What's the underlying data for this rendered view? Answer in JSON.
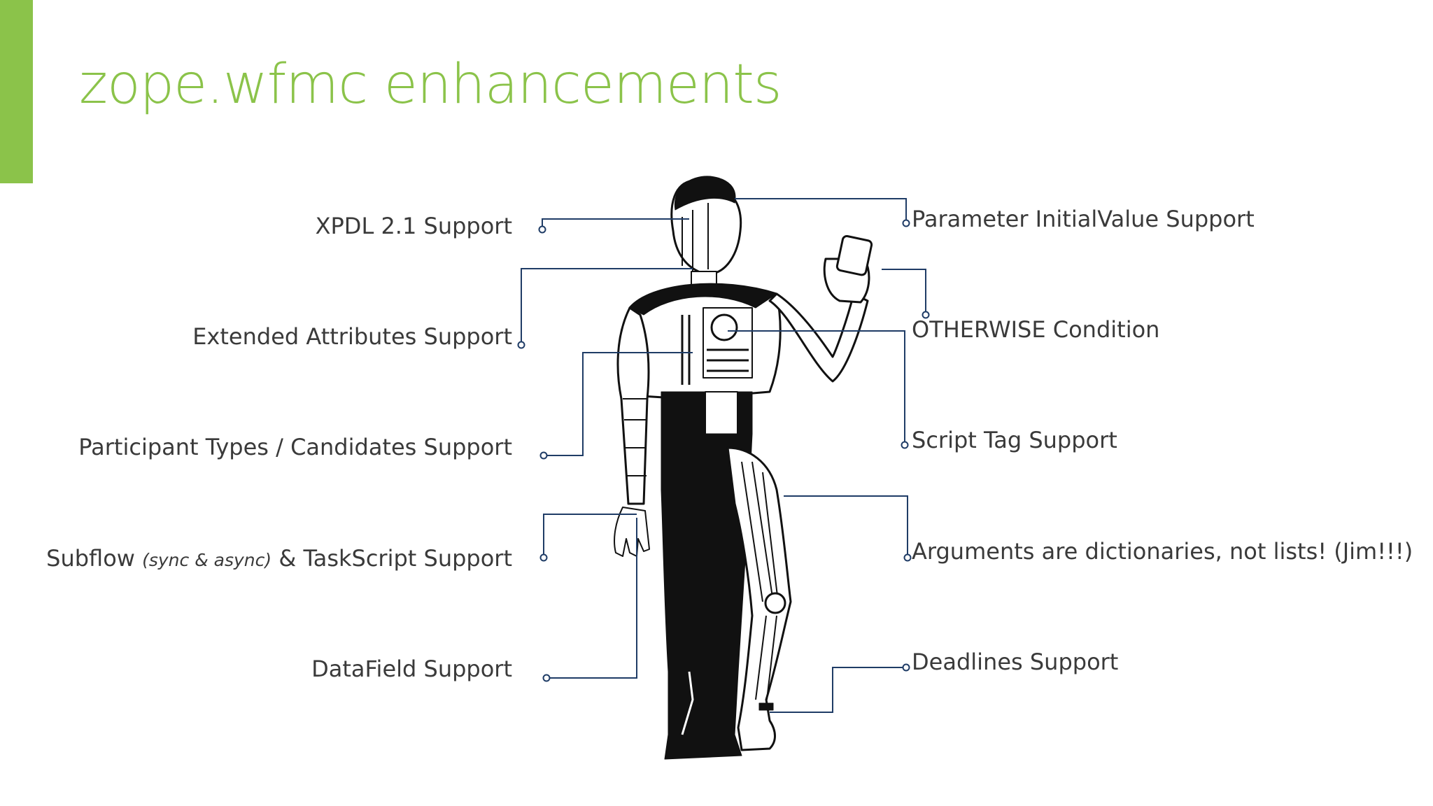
{
  "slide": {
    "title": "zope.wfmc enhancements",
    "accent_color": "#8bc34a",
    "line_color": "#1f3c66"
  },
  "left_labels": [
    {
      "text": "XPDL 2.1 Support"
    },
    {
      "text": "Extended Attributes Support"
    },
    {
      "text": "Participant Types / Candidates Support"
    },
    {
      "pre": "Subflow ",
      "em": "(sync & async)",
      "post": " & TaskScript Support"
    },
    {
      "text": "DataField Support"
    }
  ],
  "right_labels": [
    {
      "text": "Parameter InitialValue Support"
    },
    {
      "text": "OTHERWISE Condition"
    },
    {
      "text": "Script Tag Support"
    },
    {
      "text": "Arguments are dictionaries, not lists! (Jim!!!)"
    },
    {
      "text": "Deadlines Support"
    }
  ],
  "figure": {
    "icon": "android-anatomy-drawing"
  }
}
